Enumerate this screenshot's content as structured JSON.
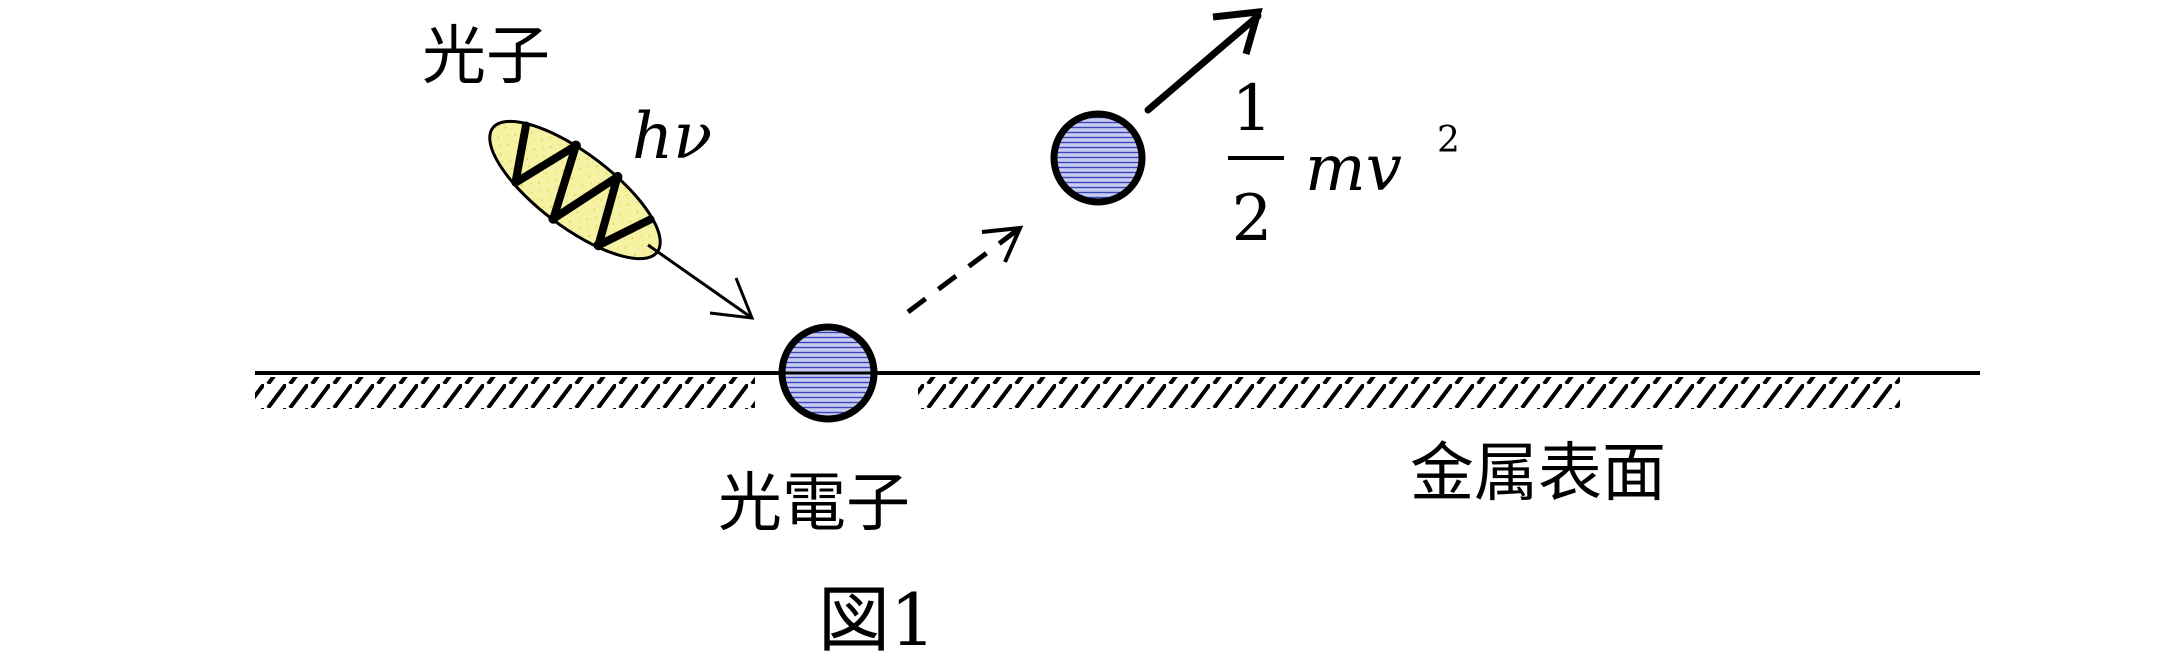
{
  "labels": {
    "photon": "光子",
    "photon_energy": "hν",
    "photoelectron": "光電子",
    "metal_surface": "金属表面",
    "kinetic_energy": {
      "numerator": "1",
      "denominator": "2",
      "variables": "mv",
      "exponent": "2"
    },
    "figure_caption": "図1"
  },
  "colors": {
    "electron_fill": "#c8ccf2",
    "electron_stripe": "#3a46b8",
    "photon_fill": "#f6f2a4",
    "ink": "#000000"
  }
}
